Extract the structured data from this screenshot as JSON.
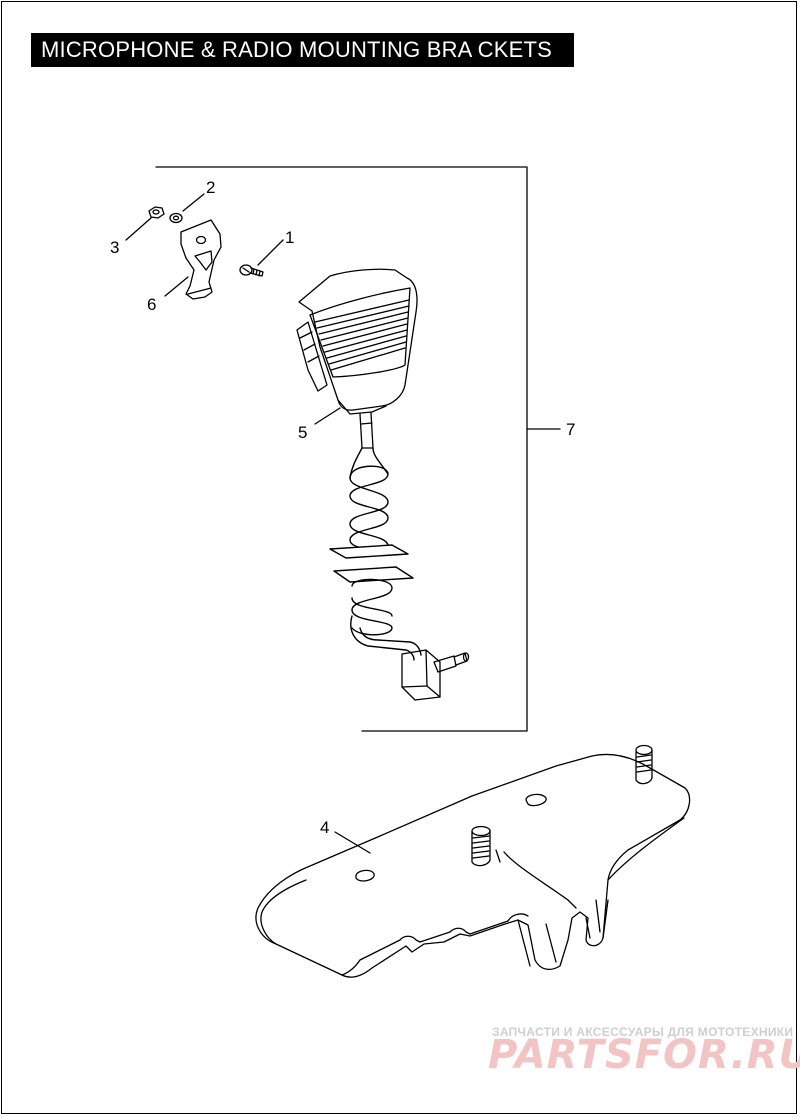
{
  "title": "MICROPHONE & RADIO MOUNTING BRA CKETS",
  "callouts": {
    "c1": "1",
    "c2": "2",
    "c3": "3",
    "c4": "4",
    "c5": "5",
    "c6": "6",
    "c7": "7"
  },
  "watermark": {
    "tagline": "ЗАПЧАСТИ И АКСЕССУАРЫ ДЛЯ МОТОТЕХНИКИ",
    "brand": "PARTSFOR.RU",
    "brand_color": "#f2c4c4"
  }
}
